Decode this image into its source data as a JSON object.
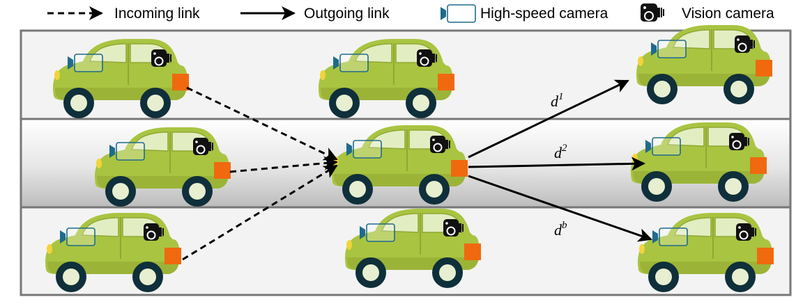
{
  "legend": {
    "incoming_label": "Incoming link",
    "outgoing_label": "Outgoing link",
    "high_speed_camera_label": "High-speed camera",
    "vision_camera_label": "Vision camera"
  },
  "colors": {
    "car_body": "#a9c441",
    "car_body_dark": "#8fa832",
    "car_window": "#e3edc2",
    "wheel": "#0f2f3a",
    "hub": "#e7efd0",
    "emitter": "#f0690f",
    "high_speed_camera": "#1f6b8c",
    "lane_border": "#777777",
    "outer_lane": "#f3f3f3"
  },
  "lanes": [
    "top-lane",
    "middle-lane",
    "bottom-lane"
  ],
  "cars": [
    {
      "id": "car-top-left",
      "lane": "top-lane"
    },
    {
      "id": "car-top-center",
      "lane": "top-lane"
    },
    {
      "id": "car-top-right",
      "lane": "top-lane"
    },
    {
      "id": "car-middle-left",
      "lane": "middle-lane"
    },
    {
      "id": "car-middle-center",
      "lane": "middle-lane",
      "role": "hub"
    },
    {
      "id": "car-middle-right",
      "lane": "middle-lane"
    },
    {
      "id": "car-bottom-left",
      "lane": "bottom-lane"
    },
    {
      "id": "car-bottom-center",
      "lane": "bottom-lane"
    },
    {
      "id": "car-bottom-right",
      "lane": "bottom-lane"
    }
  ],
  "links": {
    "incoming": [
      {
        "from": "car-top-left",
        "to": "car-middle-center"
      },
      {
        "from": "car-middle-left",
        "to": "car-middle-center"
      },
      {
        "from": "car-bottom-left",
        "to": "car-middle-center"
      }
    ],
    "outgoing": [
      {
        "from": "car-middle-center",
        "to": "car-top-right",
        "label": "d",
        "label_sup": "1"
      },
      {
        "from": "car-middle-center",
        "to": "car-middle-right",
        "label": "d",
        "label_sup": "2"
      },
      {
        "from": "car-middle-center",
        "to": "car-bottom-right",
        "label": "d",
        "label_sup": "b"
      }
    ]
  }
}
